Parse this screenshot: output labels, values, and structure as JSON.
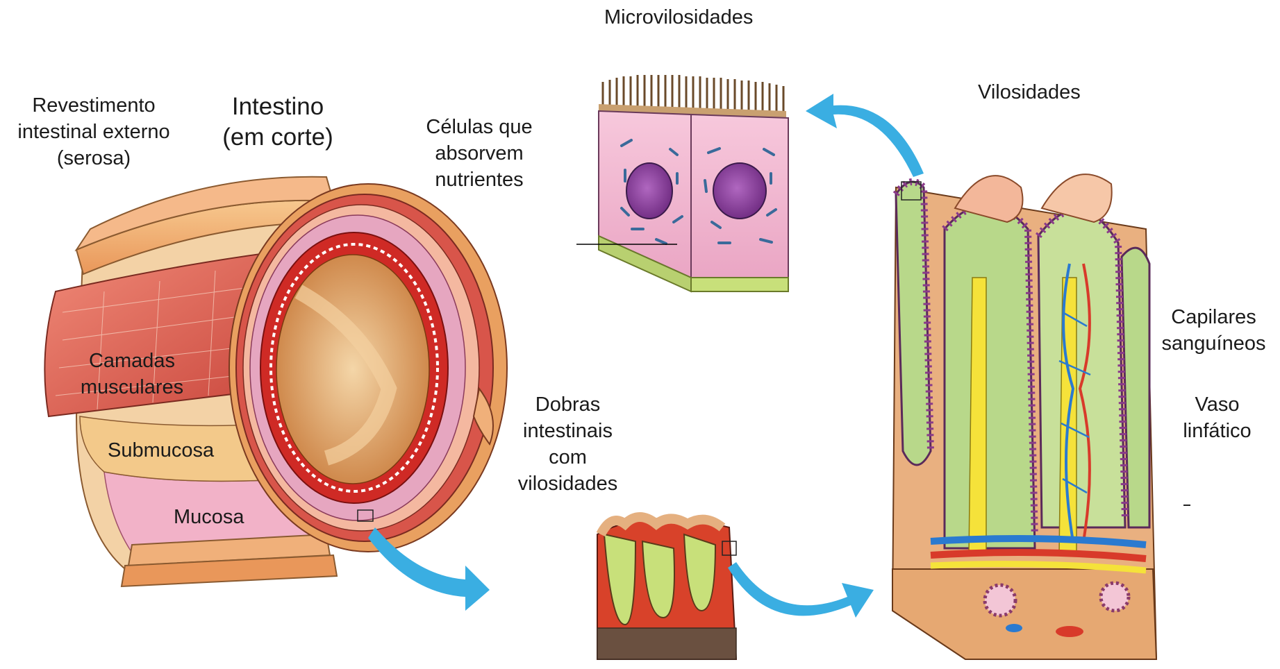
{
  "labels": {
    "microvilosidades": "Microvilosidades",
    "revestimento": [
      "Revestimento",
      "intestinal externo",
      "(serosa)"
    ],
    "intestino": [
      "Intestino",
      "(em corte)"
    ],
    "celulas": [
      "Células que",
      "absorvem",
      "nutrientes"
    ],
    "vilosidades": "Vilosidades",
    "camadas": [
      "Camadas",
      "musculares"
    ],
    "submucosa": "Submucosa",
    "mucosa": "Mucosa",
    "dobras": [
      "Dobras",
      "intestinais",
      "com",
      "vilosidades"
    ],
    "capilares": [
      "Capilares",
      "sanguíneos"
    ],
    "vaso": [
      "Vaso",
      "linfático"
    ]
  },
  "colors": {
    "arrow": "#3aaee2",
    "outer_layer": "#f2b67a",
    "muscle": "#e0685a",
    "mucosa_red": "#d8312a",
    "lumen": "#d89a5a",
    "cell_pink": "#f0b8d0",
    "nucleus": "#8a3c9a",
    "cell_base": "#c8e07a",
    "villus_green": "#b8d88a",
    "capillary_red": "#d83a2a",
    "lymph_yellow": "#f5e23a",
    "vein_blue": "#2a7ad0"
  }
}
